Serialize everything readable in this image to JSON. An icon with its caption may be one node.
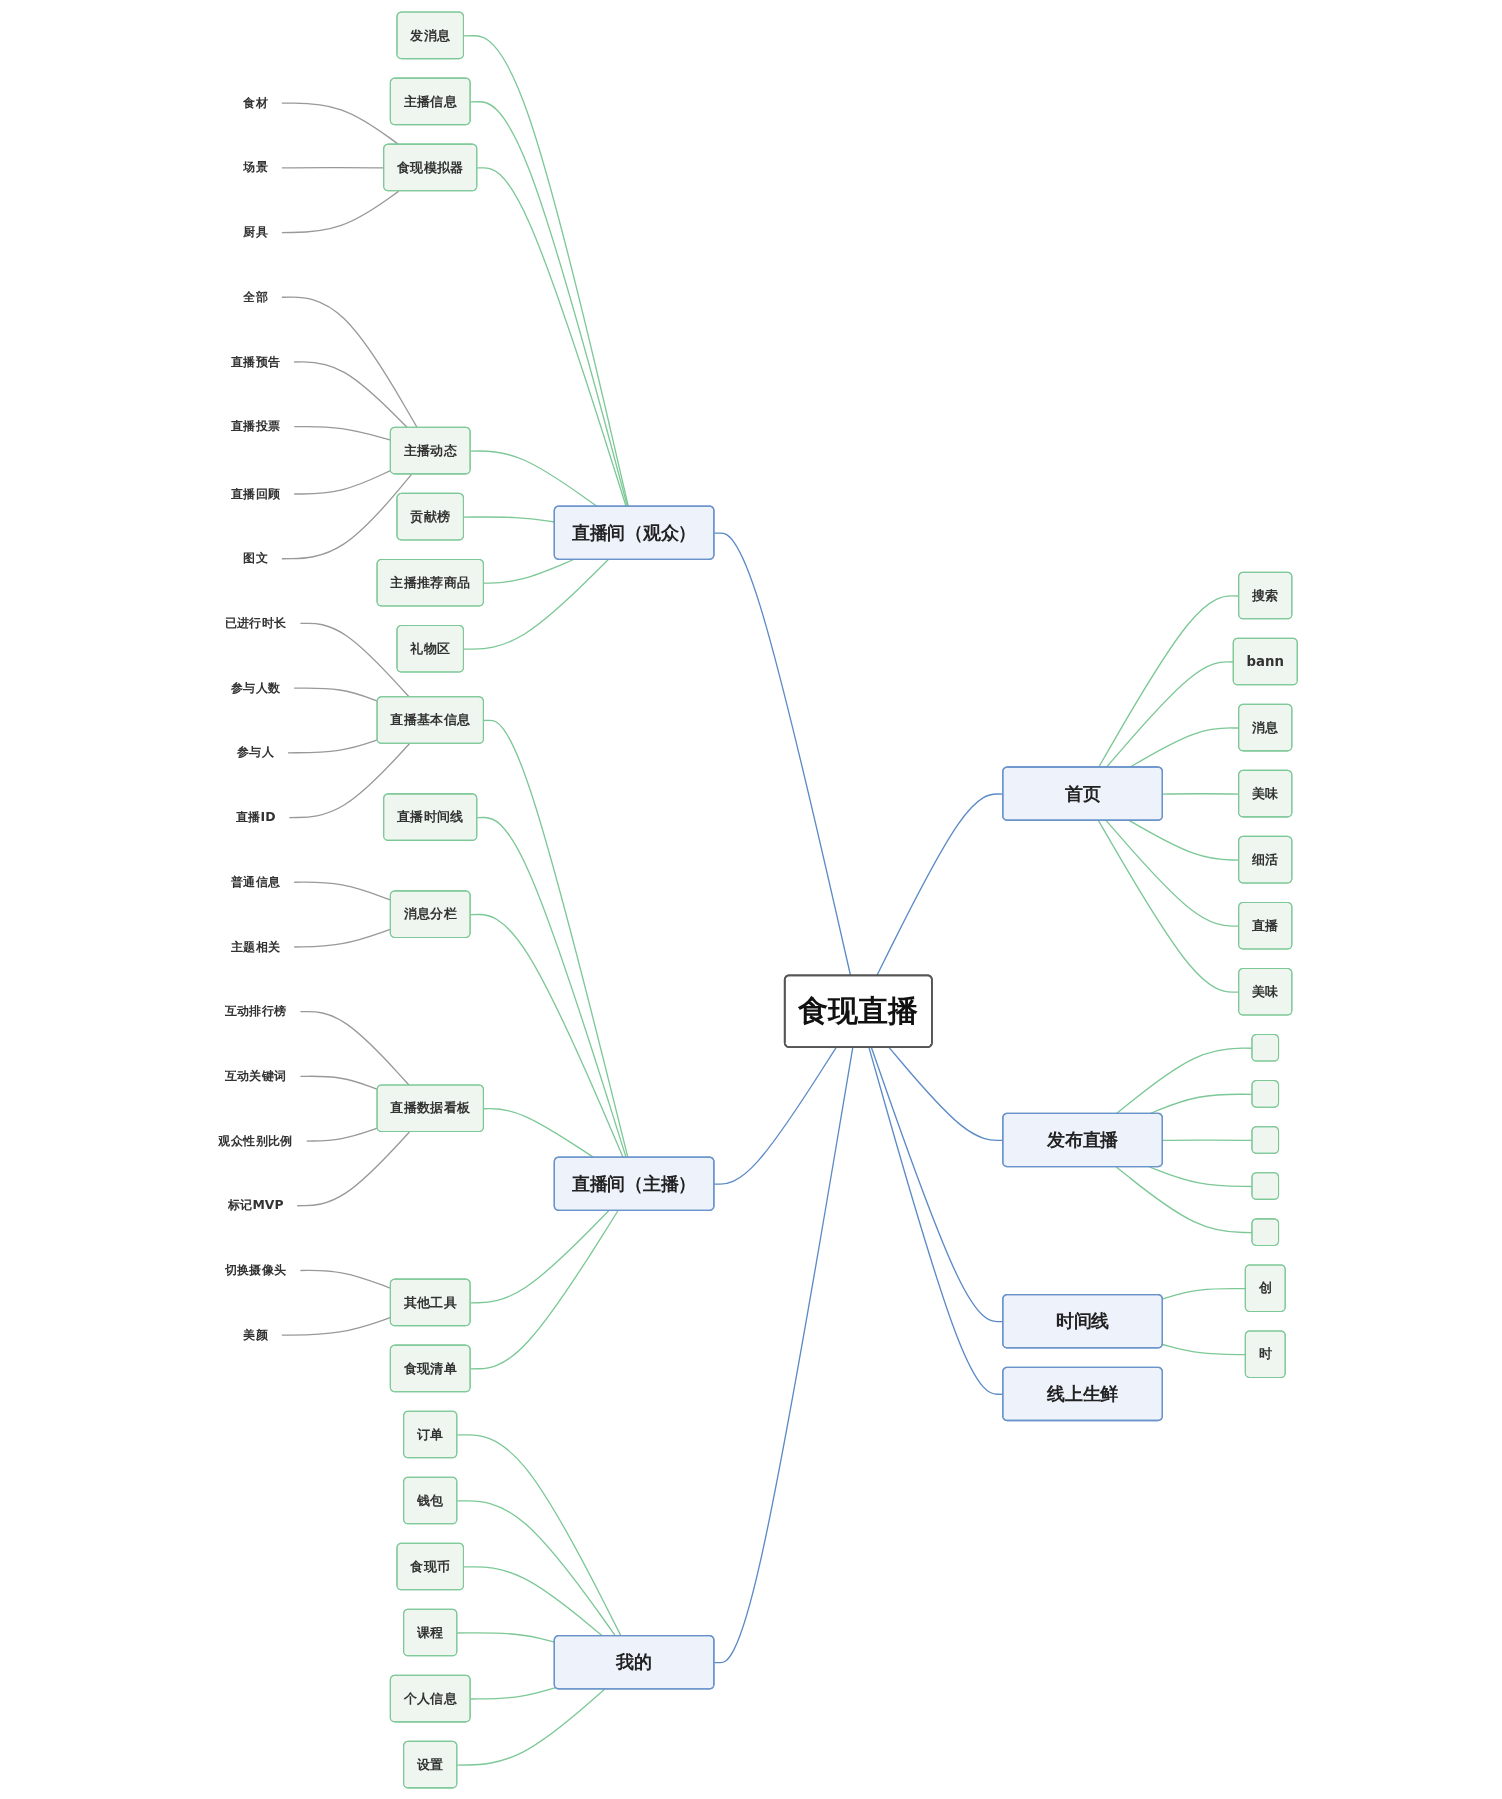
{
  "diagram": {
    "nodes": [
      {
        "text": [
          "食现直播"
        ]
      },
      {
        "text": [
          "直播间（观众）"
        ]
      },
      {
        "text": [
          "发消息"
        ]
      },
      {
        "text": [
          "主播信息"
        ]
      },
      {
        "text": [
          "食现模拟器"
        ]
      },
      {
        "text": [
          "食材"
        ]
      },
      {
        "text": [
          "场景"
        ]
      },
      {
        "text": [
          "厨具"
        ]
      },
      {
        "text": [
          "主播动态"
        ]
      },
      {
        "text": [
          "全部"
        ]
      },
      {
        "text": [
          "直播预告"
        ]
      },
      {
        "text": [
          "直播投票"
        ]
      },
      {
        "text": [
          "直播回顾"
        ]
      },
      {
        "text": [
          "图文"
        ]
      },
      {
        "text": [
          "贡献榜"
        ]
      },
      {
        "text": [
          "主播推荐商品"
        ]
      },
      {
        "text": [
          "礼物区"
        ]
      },
      {
        "text": [
          "直播间（主播）"
        ]
      },
      {
        "text": [
          "直播基本信息"
        ]
      },
      {
        "text": [
          "已进行时长"
        ]
      },
      {
        "text": [
          "参与人数"
        ]
      },
      {
        "text": [
          "参与人"
        ]
      },
      {
        "text": [
          "直播ID"
        ]
      },
      {
        "text": [
          "直播时间线"
        ]
      },
      {
        "text": [
          "消息分栏"
        ]
      },
      {
        "text": [
          "普通信息"
        ]
      },
      {
        "text": [
          "主题相关"
        ]
      },
      {
        "text": [
          "直播数据看板"
        ]
      },
      {
        "text": [
          "互动排行榜"
        ]
      },
      {
        "text": [
          "互动关键词"
        ]
      },
      {
        "text": [
          "观众性别比例"
        ]
      },
      {
        "text": [
          "标记MVP"
        ]
      },
      {
        "text": [
          "其他工具"
        ]
      },
      {
        "text": [
          "切换摄像头"
        ]
      },
      {
        "text": [
          "美颜"
        ]
      },
      {
        "text": [
          "食现清单"
        ]
      },
      {
        "text": [
          "线上生鲜"
        ]
      },
      {
        "text": [
          "我的"
        ]
      },
      {
        "text": [
          "订单"
        ]
      },
      {
        "text": [
          "钱包"
        ]
      },
      {
        "text": [
          "食现币"
        ]
      },
      {
        "text": [
          "课程"
        ]
      },
      {
        "text": [
          "个人信息"
        ]
      },
      {
        "text": [
          "设置"
        ]
      },
      {
        "text": [
          "首页"
        ]
      },
      {
        "text": [
          "搜索"
        ]
      },
      {
        "text": [
          "bann"
        ]
      },
      {
        "text": [
          "消息"
        ]
      },
      {
        "text": [
          "美味"
        ]
      },
      {
        "text": [
          "细活"
        ]
      },
      {
        "text": [
          "直播"
        ]
      },
      {
        "text": [
          "美味"
        ]
      },
      {
        "text": [
          "发布直播"
        ]
      },
      {
        "text": [],
        "shape": "box"
      },
      {
        "text": [],
        "shape": "box"
      },
      {
        "text": [],
        "shape": "box"
      },
      {
        "text": [],
        "shape": "box"
      },
      {
        "text": [],
        "shape": "box"
      },
      {
        "text": [
          "时间线"
        ]
      },
      {
        "text": [
          "创"
        ]
      },
      {
        "text": [
          "时"
        ]
      }
    ],
    "edges": [
      {
        "from": 0,
        "to": 1,
        "arrow": "none",
        "color": "#5b8ac6"
      },
      {
        "from": 1,
        "to": 2,
        "arrow": "none"
      },
      {
        "from": 1,
        "to": 3,
        "arrow": "none"
      },
      {
        "from": 1,
        "to": 4,
        "arrow": "none"
      },
      {
        "from": 4,
        "to": 5,
        "arrow": "none",
        "color": "#999999"
      },
      {
        "from": 4,
        "to": 6,
        "arrow": "none",
        "color": "#999999"
      },
      {
        "from": 4,
        "to": 7,
        "arrow": "none",
        "color": "#999999"
      },
      {
        "from": 1,
        "to": 8,
        "arrow": "none"
      },
      {
        "from": 8,
        "to": 9,
        "arrow": "none",
        "color": "#999999"
      },
      {
        "from": 8,
        "to": 10,
        "arrow": "none",
        "color": "#999999"
      },
      {
        "from": 8,
        "to": 11,
        "arrow": "none",
        "color": "#999999"
      },
      {
        "from": 8,
        "to": 12,
        "arrow": "none",
        "color": "#999999"
      },
      {
        "from": 8,
        "to": 13,
        "arrow": "none",
        "color": "#999999"
      },
      {
        "from": 1,
        "to": 14,
        "arrow": "none"
      },
      {
        "from": 1,
        "to": 15,
        "arrow": "none"
      },
      {
        "from": 1,
        "to": 16,
        "arrow": "none"
      },
      {
        "from": 0,
        "to": 17,
        "arrow": "none",
        "color": "#5b8ac6"
      },
      {
        "from": 17,
        "to": 18,
        "arrow": "none"
      },
      {
        "from": 18,
        "to": 19,
        "arrow": "none",
        "color": "#999999"
      },
      {
        "from": 18,
        "to": 20,
        "arrow": "none",
        "color": "#999999"
      },
      {
        "from": 18,
        "to": 21,
        "arrow": "none",
        "color": "#999999"
      },
      {
        "from": 18,
        "to": 22,
        "arrow": "none",
        "color": "#999999"
      },
      {
        "from": 17,
        "to": 23,
        "arrow": "none"
      },
      {
        "from": 17,
        "to": 24,
        "arrow": "none"
      },
      {
        "from": 24,
        "to": 25,
        "arrow": "none",
        "color": "#999999"
      },
      {
        "from": 24,
        "to": 26,
        "arrow": "none",
        "color": "#999999"
      },
      {
        "from": 17,
        "to": 27,
        "arrow": "none"
      },
      {
        "from": 27,
        "to": 28,
        "arrow": "none",
        "color": "#999999"
      },
      {
        "from": 27,
        "to": 29,
        "arrow": "none",
        "color": "#999999"
      },
      {
        "from": 27,
        "to": 30,
        "arrow": "none",
        "color": "#999999"
      },
      {
        "from": 27,
        "to": 31,
        "arrow": "none",
        "color": "#999999"
      },
      {
        "from": 17,
        "to": 32,
        "arrow": "none"
      },
      {
        "from": 32,
        "to": 33,
        "arrow": "none",
        "color": "#999999"
      },
      {
        "from": 32,
        "to": 34,
        "arrow": "none",
        "color": "#999999"
      },
      {
        "from": 17,
        "to": 35,
        "arrow": "none"
      },
      {
        "from": 0,
        "to": 36,
        "arrow": "none",
        "color": "#5b8ac6"
      },
      {
        "from": 0,
        "to": 37,
        "arrow": "none",
        "color": "#5b8ac6"
      },
      {
        "from": 37,
        "to": 38,
        "arrow": "none"
      },
      {
        "from": 37,
        "to": 39,
        "arrow": "none"
      },
      {
        "from": 37,
        "to": 40,
        "arrow": "none"
      },
      {
        "from": 37,
        "to": 41,
        "arrow": "none"
      },
      {
        "from": 37,
        "to": 42,
        "arrow": "none"
      },
      {
        "from": 37,
        "to": 43,
        "arrow": "none"
      },
      {
        "from": 0,
        "to": 44,
        "arrow": "none",
        "color": "#5b8ac6"
      },
      {
        "from": 44,
        "to": 45,
        "arrow": "none"
      },
      {
        "from": 44,
        "to": 46,
        "arrow": "none"
      },
      {
        "from": 44,
        "to": 47,
        "arrow": "none"
      },
      {
        "from": 44,
        "to": 48,
        "arrow": "none"
      },
      {
        "from": 44,
        "to": 49,
        "arrow": "none"
      },
      {
        "from": 44,
        "to": 50,
        "arrow": "none"
      },
      {
        "from": 44,
        "to": 51,
        "arrow": "none"
      },
      {
        "from": 0,
        "to": 52,
        "arrow": "none",
        "color": "#5b8ac6"
      },
      {
        "from": 52,
        "to": 53,
        "arrow": "none"
      },
      {
        "from": 52,
        "to": 54,
        "arrow": "none"
      },
      {
        "from": 52,
        "to": 55,
        "arrow": "none"
      },
      {
        "from": 52,
        "to": 56,
        "arrow": "none"
      },
      {
        "from": 52,
        "to": 57,
        "arrow": "none"
      },
      {
        "from": 0,
        "to": 58,
        "arrow": "none",
        "color": "#5b8ac6"
      },
      {
        "from": 58,
        "to": 59,
        "arrow": "none"
      },
      {
        "from": 58,
        "to": 60,
        "arrow": "none"
      }
    ]
  }
}
